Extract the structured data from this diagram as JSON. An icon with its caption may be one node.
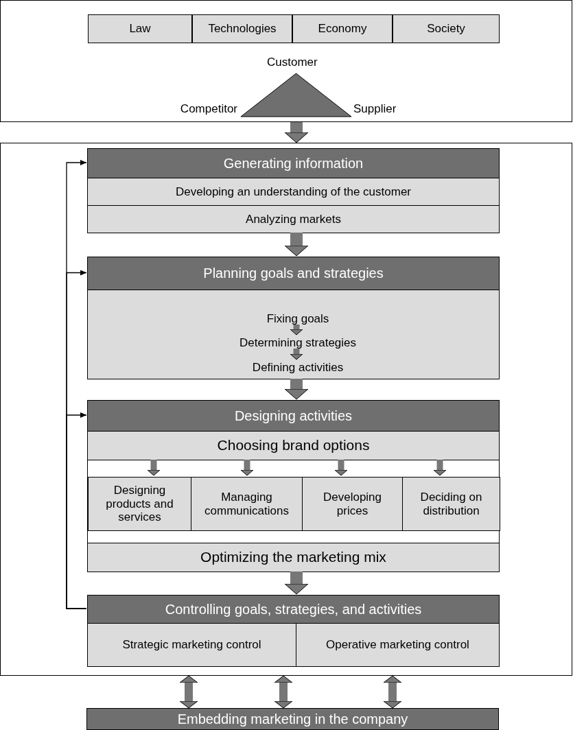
{
  "diagram": {
    "nodes": [
      {
        "text": [],
        "shape": "box"
      },
      {
        "text": [
          "Law"
        ],
        "in": 0
      },
      {
        "text": [
          "Technologies"
        ],
        "in": 0
      },
      {
        "text": [
          "Economy"
        ],
        "in": 0
      },
      {
        "text": [
          "Society"
        ],
        "in": 0
      },
      {
        "text": [],
        "shape": "triangle",
        "in": 0,
        "beside": [
          "Customer",
          "Competitor",
          "Supplier"
        ]
      },
      {
        "text": [],
        "shape": "box"
      },
      {
        "text": [
          "Generating information"
        ],
        "in": 6
      },
      {
        "text": [
          "Developing an understanding of the customer"
        ],
        "in": 6
      },
      {
        "text": [
          "Analyzing markets"
        ],
        "in": 6
      },
      {
        "text": [
          "Planning goals and strategies"
        ],
        "in": 6
      },
      {
        "text": [],
        "shape": "box",
        "in": 6
      },
      {
        "text": [
          "Fixing goals"
        ],
        "in": 11
      },
      {
        "text": [
          "Determining strategies"
        ],
        "in": 11
      },
      {
        "text": [
          "Defining activities"
        ],
        "in": 11
      },
      {
        "text": [
          "Designing activities"
        ],
        "in": 6
      },
      {
        "text": [
          "Choosing brand options"
        ],
        "in": 6
      },
      {
        "text": [],
        "shape": "box",
        "in": 6
      },
      {
        "text": [
          "Designing products and services"
        ],
        "in": 17
      },
      {
        "text": [
          "Managing communications"
        ],
        "in": 17
      },
      {
        "text": [
          "Developing prices"
        ],
        "in": 17
      },
      {
        "text": [
          "Deciding on distribution"
        ],
        "in": 17
      },
      {
        "text": [
          "Optimizing the marketing mix"
        ],
        "in": 6
      },
      {
        "text": [
          "Controlling goals, strategies, and activities"
        ],
        "in": 6
      },
      {
        "text": [
          "Strategic marketing control"
        ],
        "in": 6
      },
      {
        "text": [
          "Operative marketing control"
        ],
        "in": 6
      },
      {
        "text": [
          "Embedding marketing in the company"
        ]
      }
    ],
    "edges": [
      {
        "from": 0,
        "to": 6,
        "arrow": "to",
        "style": "thick"
      },
      {
        "from": 9,
        "to": 10,
        "arrow": "to",
        "style": "thick"
      },
      {
        "from": 12,
        "to": 13,
        "arrow": "to"
      },
      {
        "from": 13,
        "to": 14,
        "arrow": "to"
      },
      {
        "from": 11,
        "to": 15,
        "arrow": "to",
        "style": "thick"
      },
      {
        "from": 16,
        "to": 18,
        "arrow": "to"
      },
      {
        "from": 16,
        "to": 19,
        "arrow": "to"
      },
      {
        "from": 16,
        "to": 20,
        "arrow": "to"
      },
      {
        "from": 16,
        "to": 21,
        "arrow": "to"
      },
      {
        "from": 22,
        "to": 23,
        "arrow": "to",
        "style": "thick"
      },
      {
        "from": 23,
        "to": 7,
        "arrow": "to",
        "color": "#000000"
      },
      {
        "from": 23,
        "to": 10,
        "arrow": "to",
        "color": "#000000"
      },
      {
        "from": 23,
        "to": 15,
        "arrow": "to",
        "color": "#000000"
      },
      {
        "from": 6,
        "to": 26,
        "arrow": "both"
      },
      {
        "from": 6,
        "to": 26,
        "arrow": "both"
      },
      {
        "from": 6,
        "to": 26,
        "arrow": "both"
      }
    ]
  }
}
